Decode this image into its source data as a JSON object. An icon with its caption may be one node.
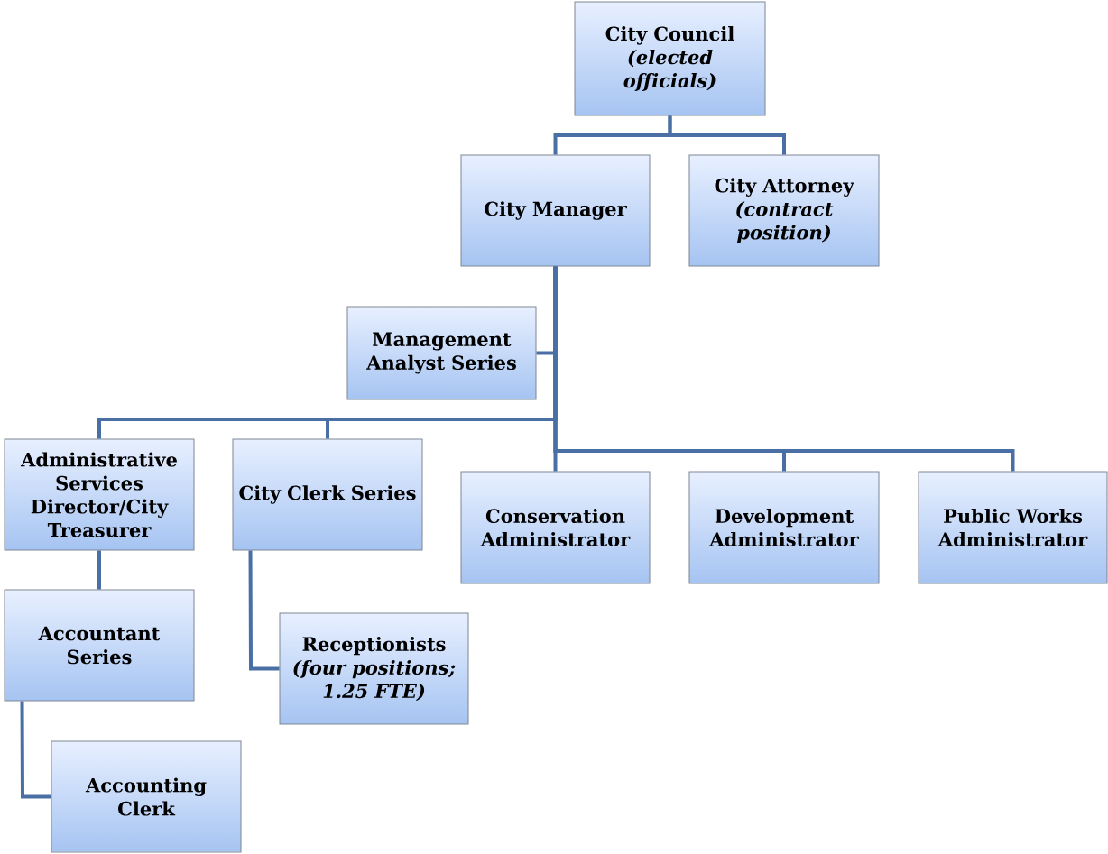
{
  "diagram": {
    "nodes": [
      {
        "text": [
          "City Council",
          "(elected officials)"
        ]
      },
      {
        "text": [
          "City Manager"
        ]
      },
      {
        "text": [
          "City Attorney",
          "(contract position)"
        ]
      },
      {
        "text": [
          "Management Analyst Series"
        ]
      },
      {
        "text": [
          "Administrative Services Director/City Treasurer"
        ]
      },
      {
        "text": [
          "City Clerk Series"
        ]
      },
      {
        "text": [
          "Conservation Administrator"
        ]
      },
      {
        "text": [
          "Development Administrator"
        ]
      },
      {
        "text": [
          "Public Works Administrator"
        ]
      },
      {
        "text": [
          "Accountant Series"
        ]
      },
      {
        "text": [
          "Receptionists",
          "(four positions; 1.25 FTE)"
        ]
      },
      {
        "text": [
          "Accounting Clerk"
        ]
      }
    ],
    "edges": [
      {
        "from": 0,
        "to": 1,
        "arrow": "none"
      },
      {
        "from": 0,
        "to": 2,
        "arrow": "none"
      },
      {
        "from": 1,
        "to": 3,
        "arrow": "none"
      },
      {
        "from": 1,
        "to": 4,
        "arrow": "none"
      },
      {
        "from": 1,
        "to": 5,
        "arrow": "none"
      },
      {
        "from": 1,
        "to": 6,
        "arrow": "none"
      },
      {
        "from": 1,
        "to": 7,
        "arrow": "none"
      },
      {
        "from": 1,
        "to": 8,
        "arrow": "none"
      },
      {
        "from": 4,
        "to": 9,
        "arrow": "none"
      },
      {
        "from": 5,
        "to": 10,
        "arrow": "none"
      },
      {
        "from": 9,
        "to": 11,
        "arrow": "none"
      }
    ]
  }
}
